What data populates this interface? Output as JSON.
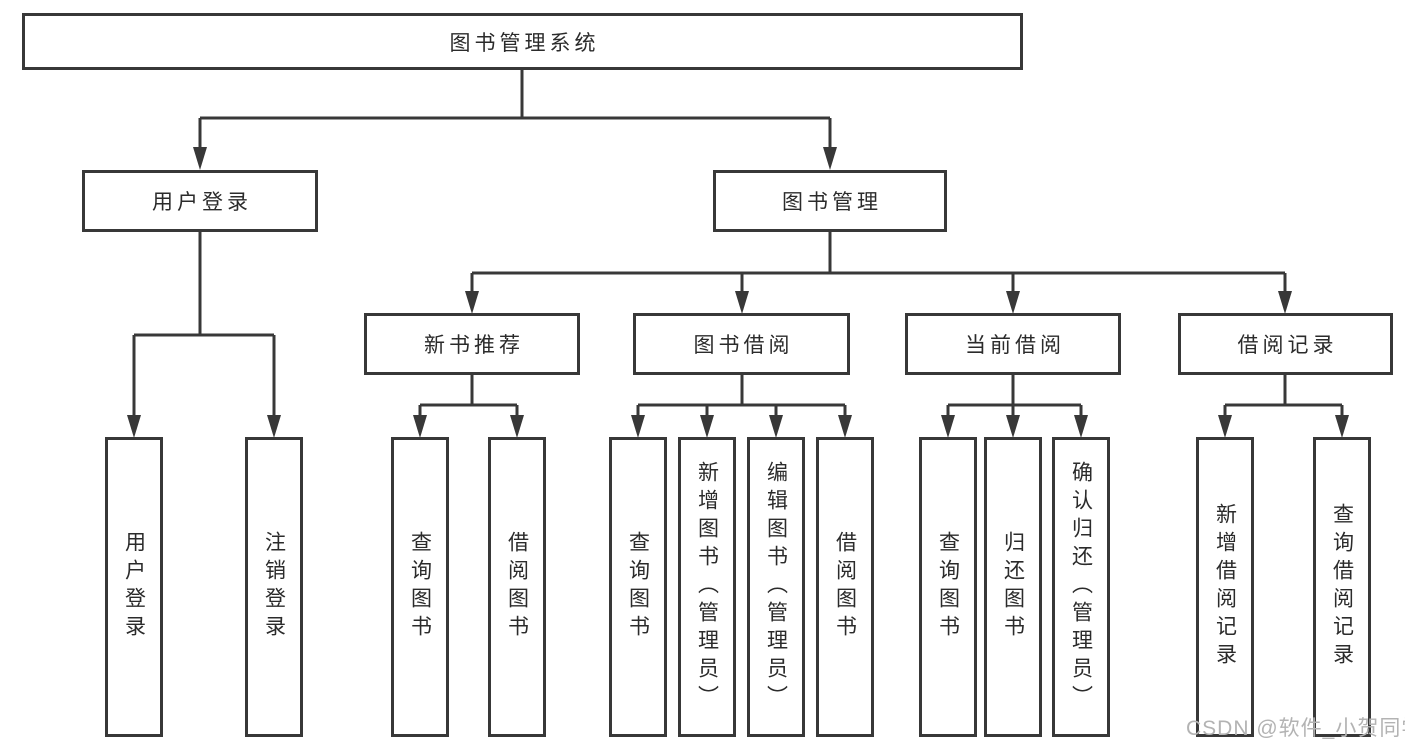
{
  "colors": {
    "line": "#383838",
    "box_border": "#383838",
    "text": "#2b2b2b",
    "watermark_text": "#b3b3b3",
    "background": "#ffffff"
  },
  "watermark": "CSDN @软件_小贺同学",
  "tree": {
    "root": {
      "label": "图书管理系统",
      "children": [
        {
          "label": "用户登录",
          "children": [
            {
              "label": "用户登录"
            },
            {
              "label": "注销登录"
            }
          ]
        },
        {
          "label": "图书管理",
          "children": [
            {
              "label": "新书推荐",
              "children": [
                {
                  "label": "查询图书"
                },
                {
                  "label": "借阅图书"
                }
              ]
            },
            {
              "label": "图书借阅",
              "children": [
                {
                  "label": "查询图书"
                },
                {
                  "label": "新增图书（管理员）"
                },
                {
                  "label": "编辑图书（管理员）"
                },
                {
                  "label": "借阅图书"
                }
              ]
            },
            {
              "label": "当前借阅",
              "children": [
                {
                  "label": "查询图书"
                },
                {
                  "label": "归还图书"
                },
                {
                  "label": "确认归还（管理员）"
                }
              ]
            },
            {
              "label": "借阅记录",
              "children": [
                {
                  "label": "新增借阅记录"
                },
                {
                  "label": "查询借阅记录"
                }
              ]
            }
          ]
        }
      ]
    }
  }
}
